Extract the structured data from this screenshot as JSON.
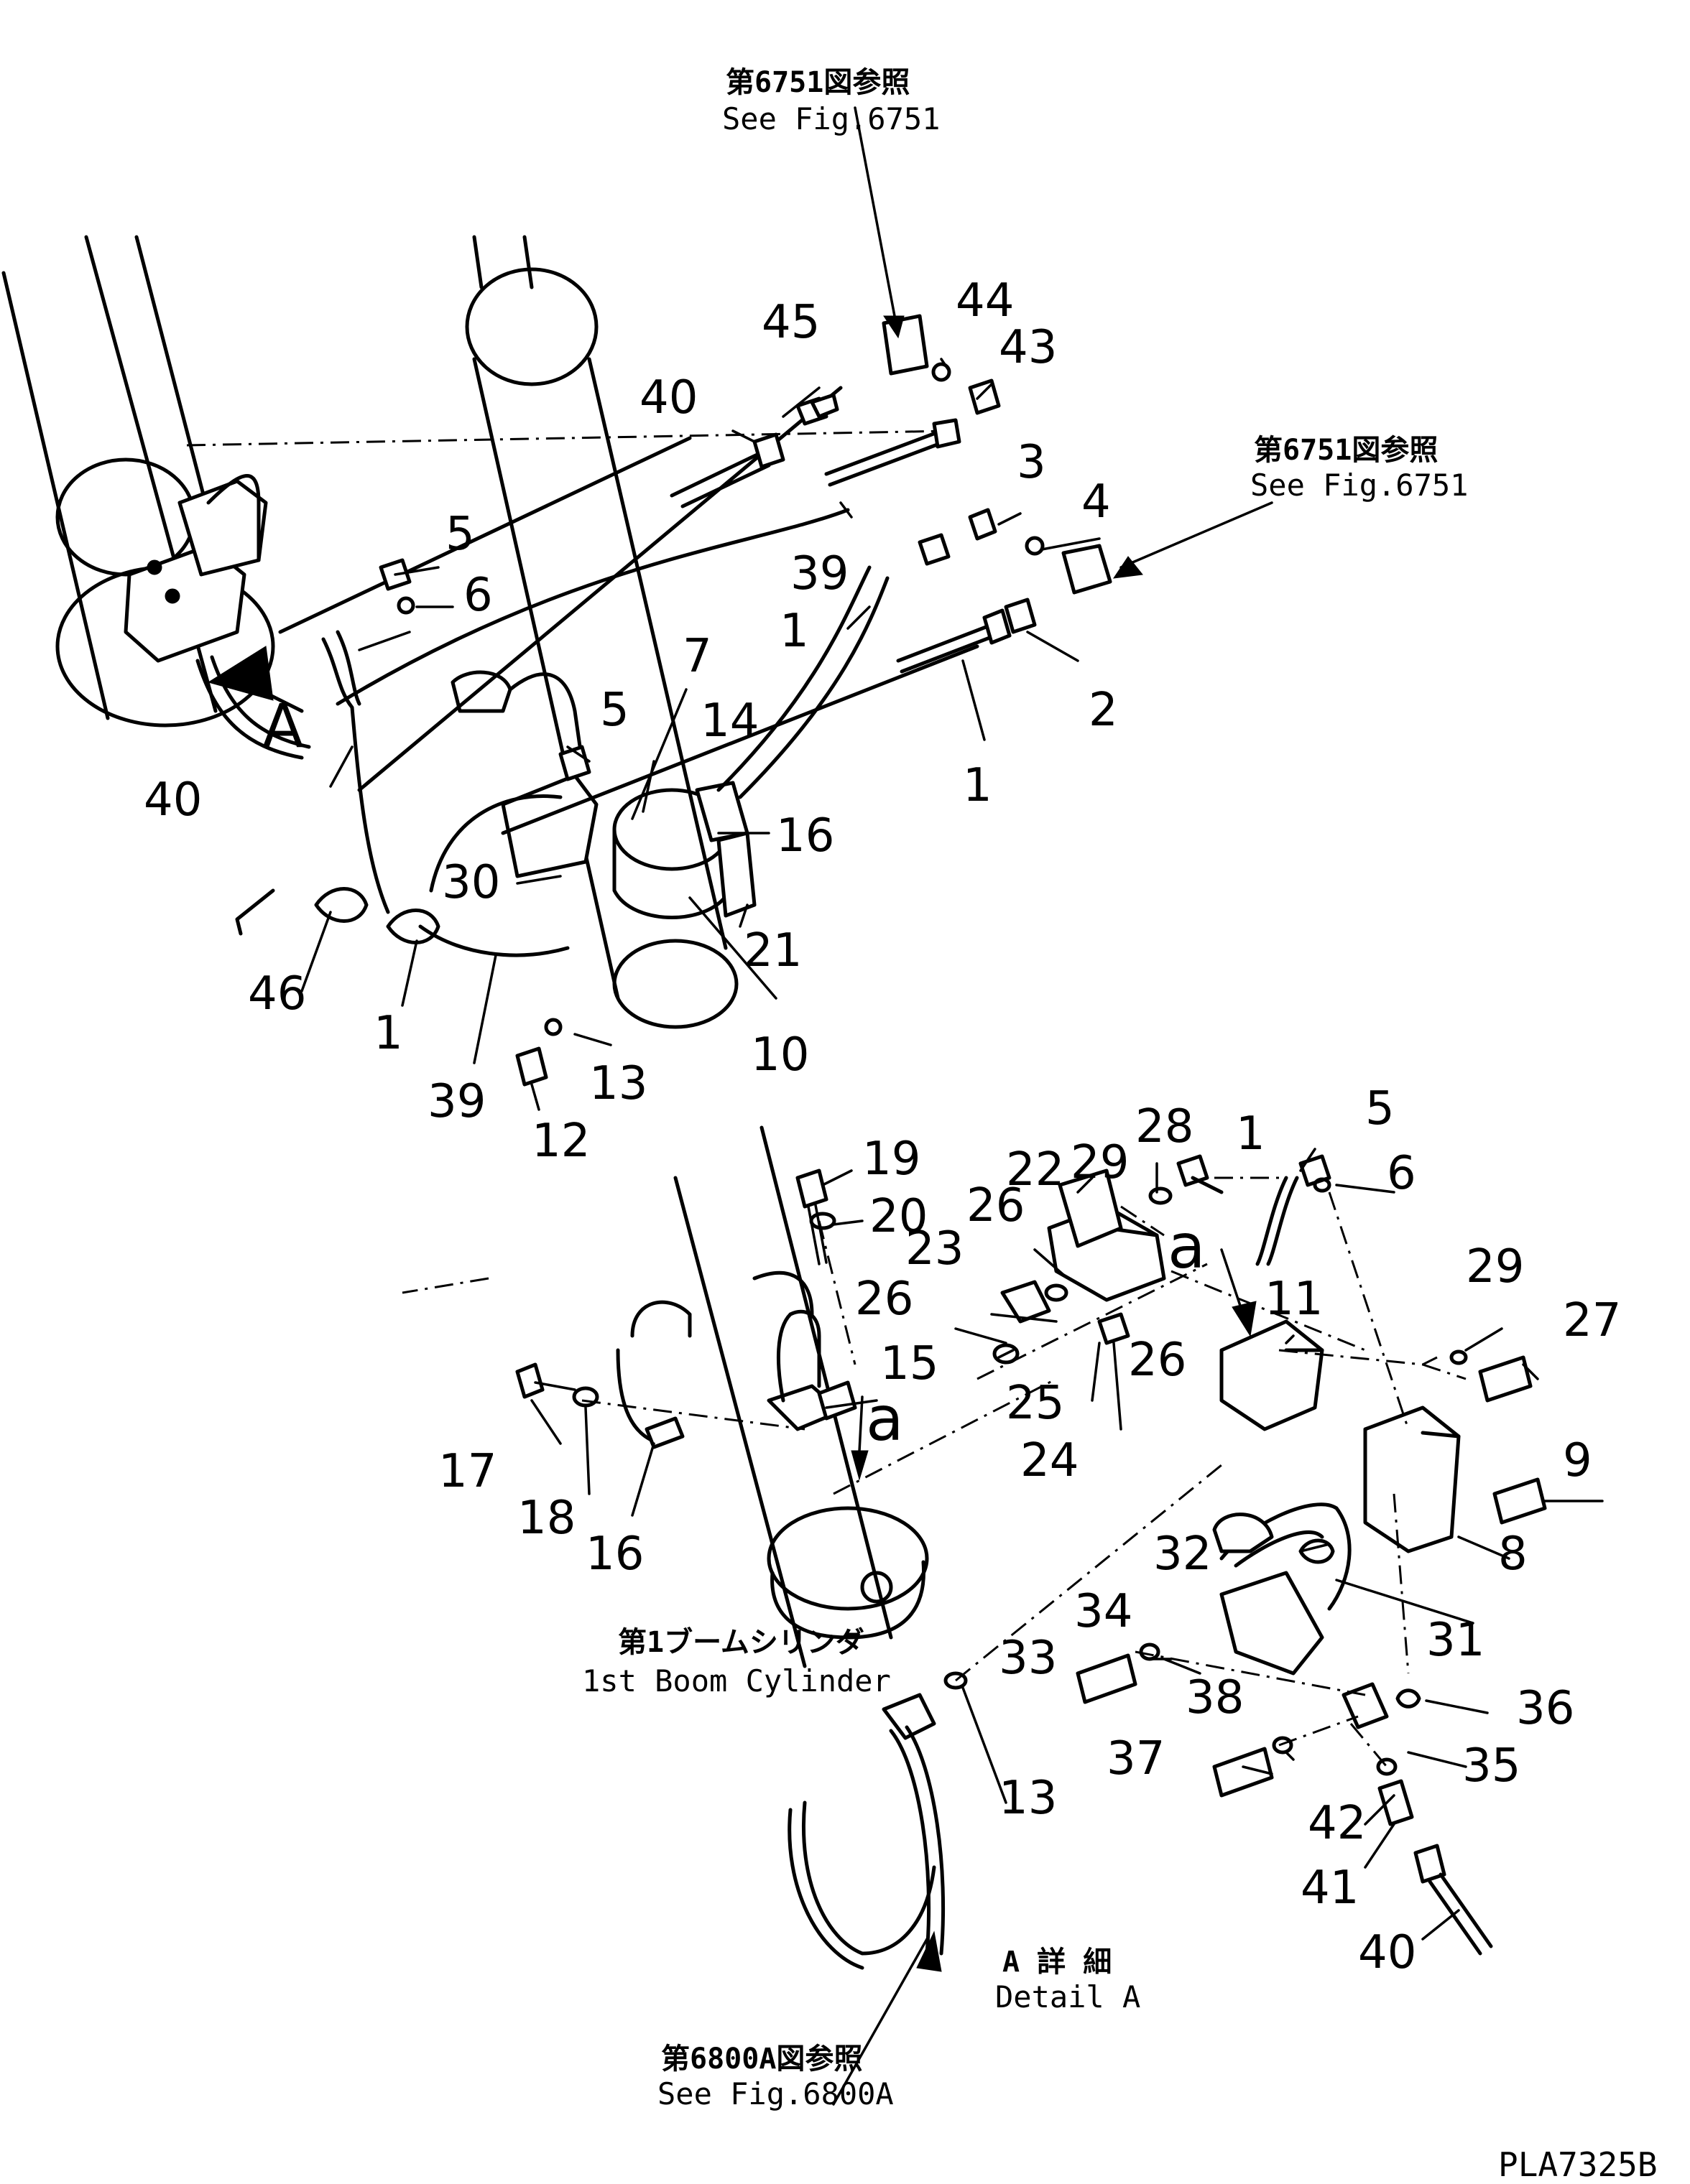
{
  "references": {
    "top": {
      "jp": "第6751図参照",
      "en": "See Fig.6751"
    },
    "right": {
      "jp": "第6751図参照",
      "en": "See Fig.6751"
    },
    "bottom": {
      "jp": "第6800A図参照",
      "en": "See Fig.6800A"
    }
  },
  "cylinder_label": {
    "jp": "第1ブームシリンダ",
    "en": "1st Boom Cylinder"
  },
  "detail_label": {
    "jp": "A 詳 細",
    "en": "Detail A"
  },
  "detail_marker": "A",
  "section_marker": "a",
  "drawing_code": "PLA7325B",
  "callouts": {
    "c45": "45",
    "c44": "44",
    "c43": "43",
    "c40a": "40",
    "c39a": "39",
    "c3": "3",
    "c4": "4",
    "c5a": "5",
    "c6a": "6",
    "c1a": "1",
    "c2": "2",
    "c1b": "1",
    "c7": "7",
    "c5b": "5",
    "c14": "14",
    "c16a": "16",
    "c40b": "40",
    "c30": "30",
    "c21": "21",
    "c46": "46",
    "c1c": "1",
    "c39b": "39",
    "c13a": "13",
    "c12": "12",
    "c10": "10",
    "c19": "19",
    "c20": "20",
    "c28": "28",
    "c29a": "29",
    "c22": "22",
    "c26a": "26",
    "c23": "23",
    "c26b": "26",
    "c1d": "1",
    "c5c": "5",
    "c6b": "6",
    "c11": "11",
    "c29b": "29",
    "c27": "27",
    "c15": "15",
    "c26c": "26",
    "c25": "25",
    "c24": "24",
    "c17": "17",
    "c18": "18",
    "c16b": "16",
    "c9": "9",
    "c8": "8",
    "c32": "32",
    "c31": "31",
    "c34": "34",
    "c33": "33",
    "c36": "36",
    "c38": "38",
    "c35": "35",
    "c37": "37",
    "c13b": "13",
    "c42": "42",
    "c41": "41",
    "c40c": "40"
  }
}
